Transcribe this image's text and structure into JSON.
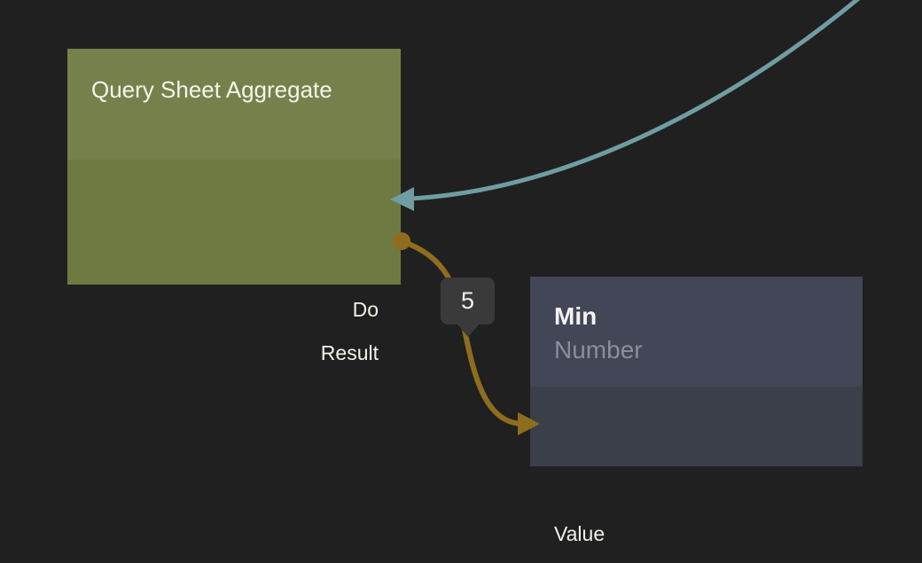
{
  "canvas": {
    "background": "#202020"
  },
  "colors": {
    "exec_edge_teal": "#6F9DA2",
    "data_edge_gold": "#8E6D1E",
    "query_node_header": "#75814A",
    "query_node_body": "#6D7A42",
    "min_node_header": "#424656",
    "min_node_body": "#3B3F4A",
    "edge_label_bg": "#3A3A3A"
  },
  "nodes": {
    "query": {
      "title": "Query Sheet Aggregate",
      "ports": [
        {
          "label": "Do",
          "direction": "input",
          "side": "right"
        },
        {
          "label": "Result",
          "direction": "output",
          "side": "right"
        }
      ]
    },
    "min": {
      "title": "Min",
      "subtitle": "Number",
      "ports": [
        {
          "label": "Value",
          "direction": "input",
          "side": "left"
        }
      ]
    }
  },
  "edges": {
    "data_edge_label": "5"
  }
}
